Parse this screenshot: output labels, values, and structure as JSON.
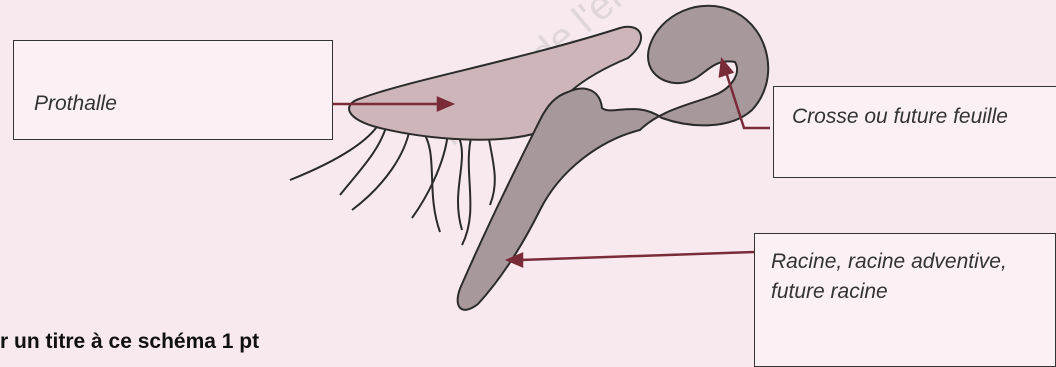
{
  "labels": {
    "prothalle": "Prothalle",
    "crosse": "Crosse ou future feuille",
    "racine": "Racine, racine adventive, future racine"
  },
  "question": "r un titre à ce schéma 1 pt",
  "watermark": "ments de l'enseignement SCEREN",
  "colors": {
    "background": "#f7e9ee",
    "prothalle_fill": "#cdb5b9",
    "plant_fill": "#a6989b",
    "outline": "#2b2b2b",
    "arrow": "#7a2b38"
  }
}
